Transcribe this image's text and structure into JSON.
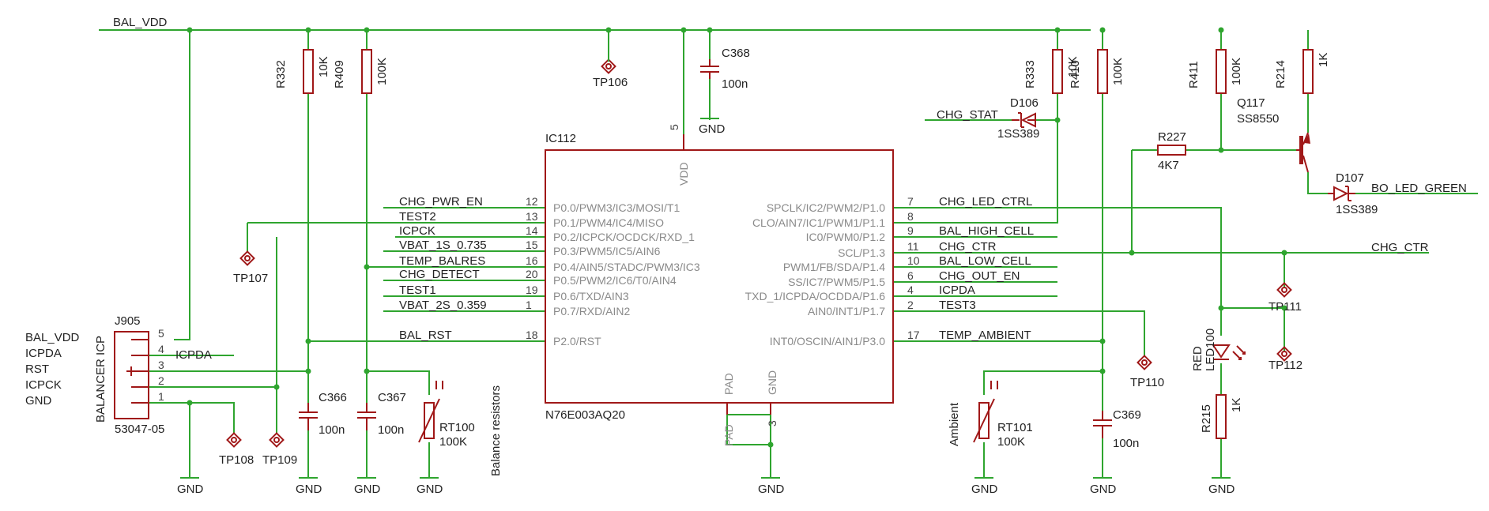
{
  "nets": {
    "bal_vdd": "BAL_VDD",
    "chg_stat": "CHG_STAT",
    "bo_led_green": "BO_LED_GREEN",
    "chg_ctr_right": "CHG_CTR",
    "icpda_j": "ICPDA",
    "gnd": "GND"
  },
  "ic": {
    "ref": "IC112",
    "value": "N76E003AQ20",
    "vdd": "VDD",
    "vdd_pin": "5",
    "pad": "PAD",
    "gnd": "GND",
    "gnd_pin": "3",
    "left_pins": [
      {
        "num": "12",
        "name": "P0.0/PWM3/IC3/MOSI/T1",
        "net": "CHG_PWR_EN"
      },
      {
        "num": "13",
        "name": "P0.1/PWM4/IC4/MISO",
        "net": "TEST2"
      },
      {
        "num": "14",
        "name": "P0.2/ICPCK/OCDCK/RXD_1",
        "net": "ICPCK"
      },
      {
        "num": "15",
        "name": "P0.3/PWM5/IC5/AIN6",
        "net": "VBAT_1S_0.735"
      },
      {
        "num": "16",
        "name": "P0.4/AIN5/STADC/PWM3/IC3",
        "net": "TEMP_BALRES"
      },
      {
        "num": "20",
        "name": "P0.5/PWM2/IC6/T0/AIN4",
        "net": "CHG_DETECT"
      },
      {
        "num": "19",
        "name": "P0.6/TXD/AIN3",
        "net": "TEST1"
      },
      {
        "num": "1",
        "name": "P0.7/RXD/AIN2",
        "net": "VBAT_2S_0.359"
      },
      {
        "num": "18",
        "name": "P2.0/RST",
        "net": "BAL_RST"
      }
    ],
    "right_pins": [
      {
        "num": "7",
        "name": "SPCLK/IC2/PWM2/P1.0",
        "net": "CHG_LED_CTRL"
      },
      {
        "num": "8",
        "name": "CLO/AIN7/IC1/PWM1/P1.1",
        "net": ""
      },
      {
        "num": "9",
        "name": "IC0/PWM0/P1.2",
        "net": "BAL_HIGH_CELL"
      },
      {
        "num": "11",
        "name": "SCL/P1.3",
        "net": "CHG_CTR"
      },
      {
        "num": "10",
        "name": "PWM1/FB/SDA/P1.4",
        "net": "BAL_LOW_CELL"
      },
      {
        "num": "6",
        "name": "SS/IC7/PWM5/P1.5",
        "net": "CHG_OUT_EN"
      },
      {
        "num": "4",
        "name": "TXD_1/ICPDA/OCDDA/P1.6",
        "net": "ICPDA"
      },
      {
        "num": "2",
        "name": "AIN0/INT1/P1.7",
        "net": "TEST3"
      },
      {
        "num": "17",
        "name": "INT0/OSCIN/AIN1/P3.0",
        "net": "TEMP_AMBIENT"
      }
    ]
  },
  "connector": {
    "ref": "J905",
    "value": "53047-05",
    "title": "BALANCER ICP",
    "pins": [
      {
        "num": "5",
        "label": "BAL_VDD"
      },
      {
        "num": "4",
        "label": "ICPDA"
      },
      {
        "num": "3",
        "label": "RST"
      },
      {
        "num": "2",
        "label": "ICPCK"
      },
      {
        "num": "1",
        "label": "GND"
      }
    ]
  },
  "resistors": {
    "r332": {
      "ref": "R332",
      "value": "10K"
    },
    "r409": {
      "ref": "R409",
      "value": "100K"
    },
    "r333": {
      "ref": "R333",
      "value": "10K"
    },
    "r410": {
      "ref": "R410",
      "value": "100K"
    },
    "r411": {
      "ref": "R411",
      "value": "100K"
    },
    "r214": {
      "ref": "R214",
      "value": "1K"
    },
    "r227": {
      "ref": "R227",
      "value": "4K7"
    },
    "r215": {
      "ref": "R215",
      "value": "1K"
    }
  },
  "capacitors": {
    "c368": {
      "ref": "C368",
      "value": "100n"
    },
    "c366": {
      "ref": "C366",
      "value": "100n"
    },
    "c367": {
      "ref": "C367",
      "value": "100n"
    },
    "c369": {
      "ref": "C369",
      "value": "100n"
    }
  },
  "thermistors": {
    "rt100": {
      "ref": "RT100",
      "value": "100K",
      "note": "Balance resistors"
    },
    "rt101": {
      "ref": "RT101",
      "value": "100K",
      "note": "Ambient"
    }
  },
  "diodes": {
    "d106": {
      "ref": "D106",
      "value": "1SS389"
    },
    "d107": {
      "ref": "D107",
      "value": "1SS389"
    }
  },
  "transistor": {
    "ref": "Q117",
    "value": "SS8550"
  },
  "led": {
    "ref": "LED100",
    "value": "RED"
  },
  "testpoints": {
    "tp106": "TP106",
    "tp107": "TP107",
    "tp108": "TP108",
    "tp109": "TP109",
    "tp110": "TP110",
    "tp111": "TP111",
    "tp112": "TP112"
  },
  "colors": {
    "wire": "#2fa52f",
    "part": "#a01818",
    "text": "#222222",
    "pin_text": "#8a8a8a"
  }
}
